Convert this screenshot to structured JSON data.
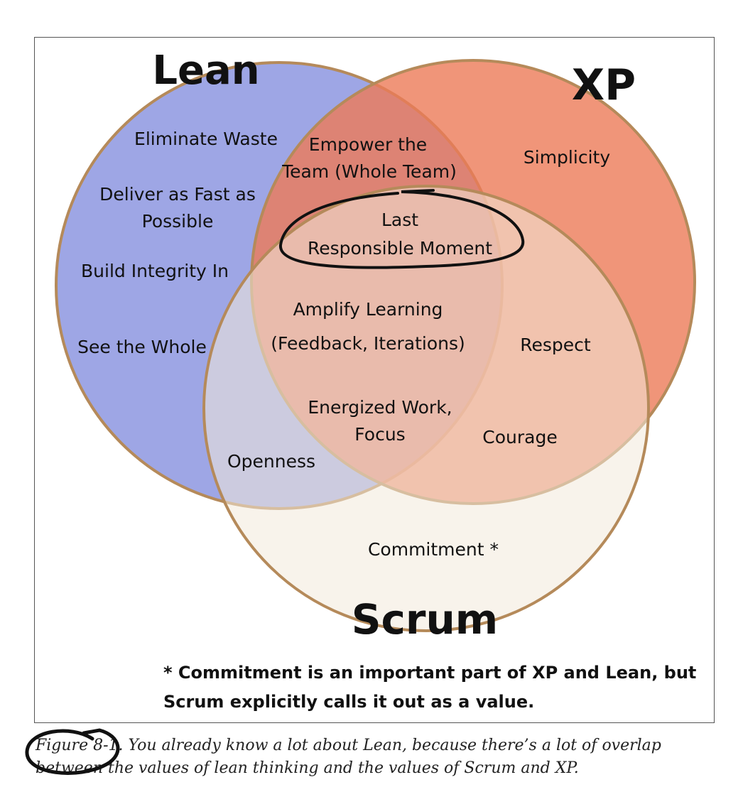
{
  "diagram": {
    "sets": {
      "lean": {
        "title": "Lean",
        "color": "#8d97e0"
      },
      "xp": {
        "title": "XP",
        "color": "#ec7b58"
      },
      "scrum": {
        "title": "Scrum",
        "color": "#f3eadb"
      }
    },
    "lean_only": [
      "Eliminate Waste",
      "Deliver as Fast as",
      "Possible",
      "Build Integrity In",
      "See the Whole"
    ],
    "xp_only": [
      "Simplicity"
    ],
    "lean_xp": [
      "Empower the",
      "Team (Whole Team)"
    ],
    "all_three": [
      "Last",
      "Responsible Moment",
      "Amplify Learning",
      "(Feedback, Iterations)",
      "Energized Work,",
      "Focus"
    ],
    "xp_scrum": [
      "Respect",
      "Courage"
    ],
    "lean_scrum": [
      "Openness"
    ],
    "scrum_only": [
      "Commitment *"
    ],
    "footnote": [
      "* Commitment is an important part of XP and Lean, but",
      "Scrum explicitly calls it out as a value."
    ]
  },
  "caption": {
    "figure": "Figure 8-1.",
    "text": " You already know a lot about Lean, because there’s a lot of overlap between the values of lean thinking and the values of Scrum and XP."
  },
  "colors": {
    "outline": "#b58a5a",
    "ink": "#111111"
  }
}
